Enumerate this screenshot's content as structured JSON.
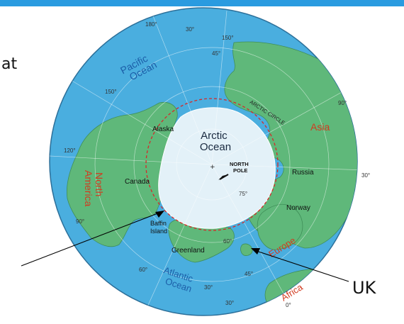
{
  "header_fragment": "at",
  "pointer_label": "UK",
  "map": {
    "ocean_labels": {
      "pacific": [
        "Pacific",
        "Ocean"
      ],
      "arctic": [
        "Arctic",
        "Ocean"
      ],
      "atlantic": [
        "Atlantic",
        "Ocean"
      ]
    },
    "continent_labels": {
      "north_america": [
        "North",
        "America"
      ],
      "asia": "Asia",
      "europe": "Europe",
      "africa": "Africa"
    },
    "place_labels": {
      "alaska": "Alaska",
      "canada": "Canada",
      "russia": "Russia",
      "norway": "Norway",
      "greenland": "Greenland",
      "baffin": [
        "Baffin",
        "Island"
      ],
      "north_pole": [
        "NORTH",
        "POLE"
      ],
      "arctic_circle": "ARCTIC CIRCLE"
    },
    "degree_labels": {
      "d180": "180°",
      "d150a": "150°",
      "d150b": "150°",
      "d120": "120°",
      "d90a": "90°",
      "d90b": "90°",
      "d60": "60°",
      "d45a": "45°",
      "d45b": "45°",
      "d30a": "30°",
      "d30b": "30°",
      "d30c": "30°",
      "d30d": "30°",
      "d75": "75°",
      "d60b": "60°",
      "d0": "0°"
    },
    "colors": {
      "ocean": "#4aaedf",
      "land": "#5fb87a",
      "ice": "#e3f1f8",
      "continent_text": "#d23a1f",
      "ocean_text": "#1c5ea8",
      "arctic_circle": "#d42a2a"
    }
  }
}
